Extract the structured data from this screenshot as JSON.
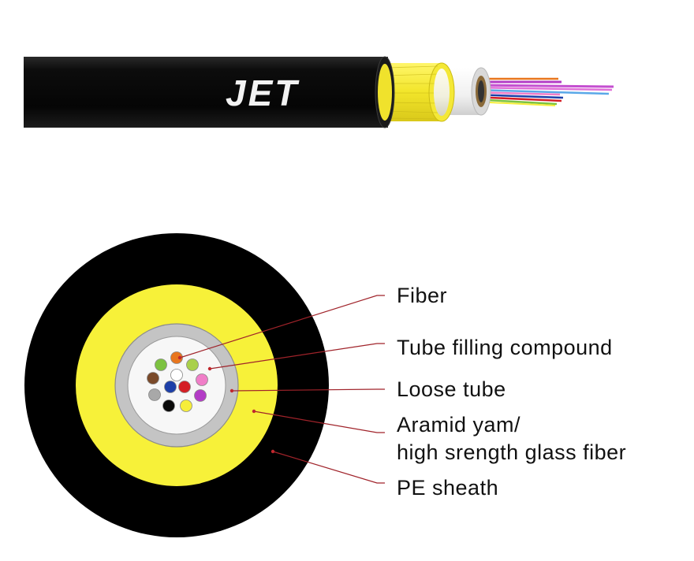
{
  "cable": {
    "brand": "JET",
    "sheath_color": "#0a0a0a",
    "aramid_color": "#f5ec2e",
    "tube_color": "#f2f2f2"
  },
  "cross_section": {
    "fibers": [
      {
        "name": "orange",
        "color": "#e8761e"
      },
      {
        "name": "green",
        "color": "#7dc241"
      },
      {
        "name": "white",
        "color": "#ffffff"
      },
      {
        "name": "lime",
        "color": "#a9d04a"
      },
      {
        "name": "brown",
        "color": "#7a4a2a"
      },
      {
        "name": "pink",
        "color": "#f07ec8"
      },
      {
        "name": "gray",
        "color": "#a8a8a8"
      },
      {
        "name": "blue",
        "color": "#1d3fa8"
      },
      {
        "name": "red",
        "color": "#d41f26"
      },
      {
        "name": "violet",
        "color": "#b33cc6"
      },
      {
        "name": "black",
        "color": "#0a0a0a"
      },
      {
        "name": "yellow",
        "color": "#f6ee3a"
      }
    ]
  },
  "labels": {
    "fiber": "Fiber",
    "tube_filling": "Tube filling compound",
    "loose_tube": "Loose tube",
    "aramid_line1": "Aramid yam/",
    "aramid_line2": "high srength glass fiber",
    "pe_sheath": "PE sheath"
  },
  "leader_color": "#a0232a"
}
